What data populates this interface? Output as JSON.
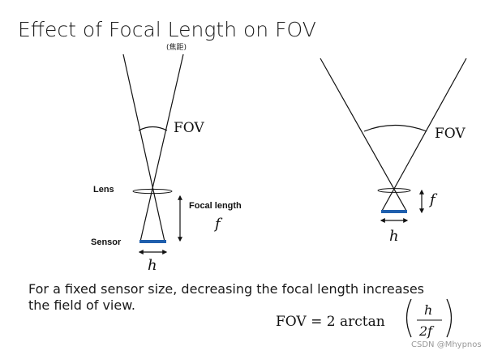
{
  "title": "Effect of Focal Length on FOV",
  "title_annotation": "(焦距)",
  "left": {
    "fov_label": "FOV",
    "lens_label": "Lens",
    "sensor_label": "Sensor",
    "focal_length_label": "Focal length",
    "f_symbol": "f",
    "h_symbol": "h"
  },
  "right": {
    "fov_label": "FOV",
    "f_symbol": "f",
    "h_symbol": "h"
  },
  "caption": {
    "line1": "For a fixed sensor size, decreasing the focal length increases",
    "line2": "the field of view."
  },
  "formula": {
    "lhs": "FOV = 2 arctan",
    "numerator": "h",
    "denominator": "2f"
  },
  "watermark": "CSDN @Mhypnos",
  "colors": {
    "sensor": "#1f5fad",
    "lines": "#111111"
  }
}
